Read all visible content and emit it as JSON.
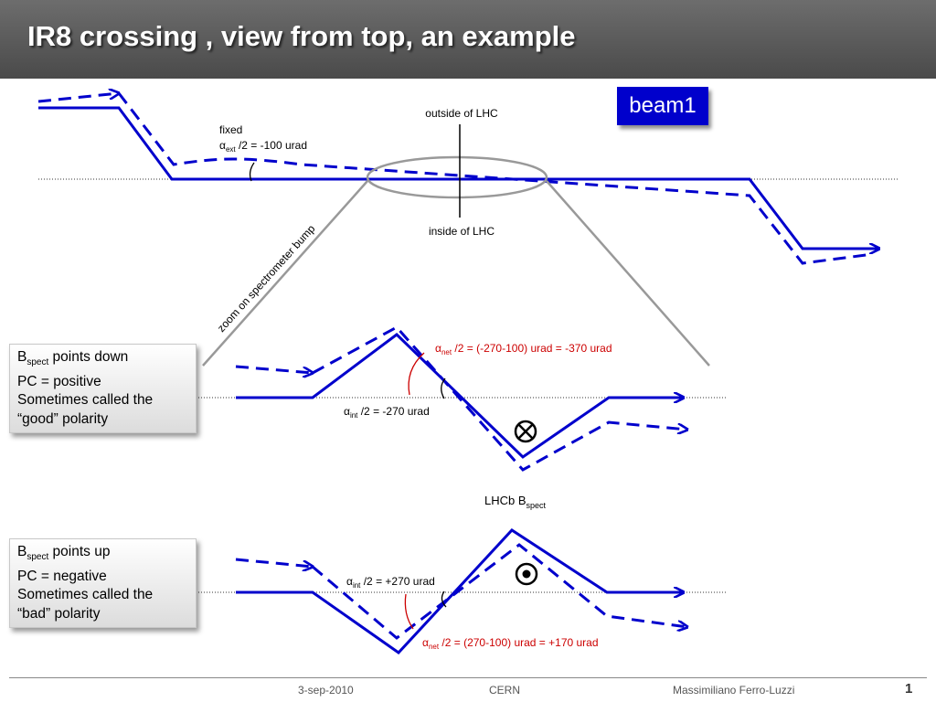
{
  "slide": {
    "title": "IR8 crossing , view from top, an example",
    "beam_label": "beam1",
    "colors": {
      "beam": "#0000cc",
      "net_angle": "#cc0000",
      "title_bar": "#555555",
      "ellipse": "#999999"
    }
  },
  "diagram": {
    "outside_label": "outside of LHC",
    "inside_label": "inside of LHC",
    "fixed_label": "fixed",
    "alpha_symbol": "α",
    "alpha_ext_sub": "ext",
    "alpha_ext_value": " /2 = -100 urad",
    "zoom_label": "zoom on spectrometer bump",
    "good": {
      "alpha_net_sub": "net",
      "alpha_net_value": " /2 = (-270-100) urad = -370 urad",
      "alpha_int_sub": "int",
      "alpha_int_value": " /2 = -270 urad",
      "field_icon": "field-into-page-icon"
    },
    "bad": {
      "alpha_int_sub": "int",
      "alpha_int_value": " /2 = +270 urad",
      "alpha_net_sub": "net",
      "alpha_net_value": " /2 = (270-100) urad = +170 urad",
      "field_icon": "field-out-of-page-icon"
    },
    "lhcb_label": "LHCb B",
    "lhcb_sub": "spect"
  },
  "callouts": {
    "good": {
      "b": "B",
      "b_sub": "spect",
      "b_rest": " points down",
      "pc": "PC = positive",
      "note": "Sometimes called the",
      "polarity": "“good” polarity"
    },
    "bad": {
      "b": "B",
      "b_sub": "spect",
      "b_rest": " points up",
      "pc": "PC = negative",
      "note": "Sometimes called the",
      "polarity": "“bad” polarity"
    }
  },
  "footer": {
    "date": "3-sep-2010",
    "org": "CERN",
    "author": "Massimiliano Ferro-Luzzi",
    "page": "1"
  }
}
